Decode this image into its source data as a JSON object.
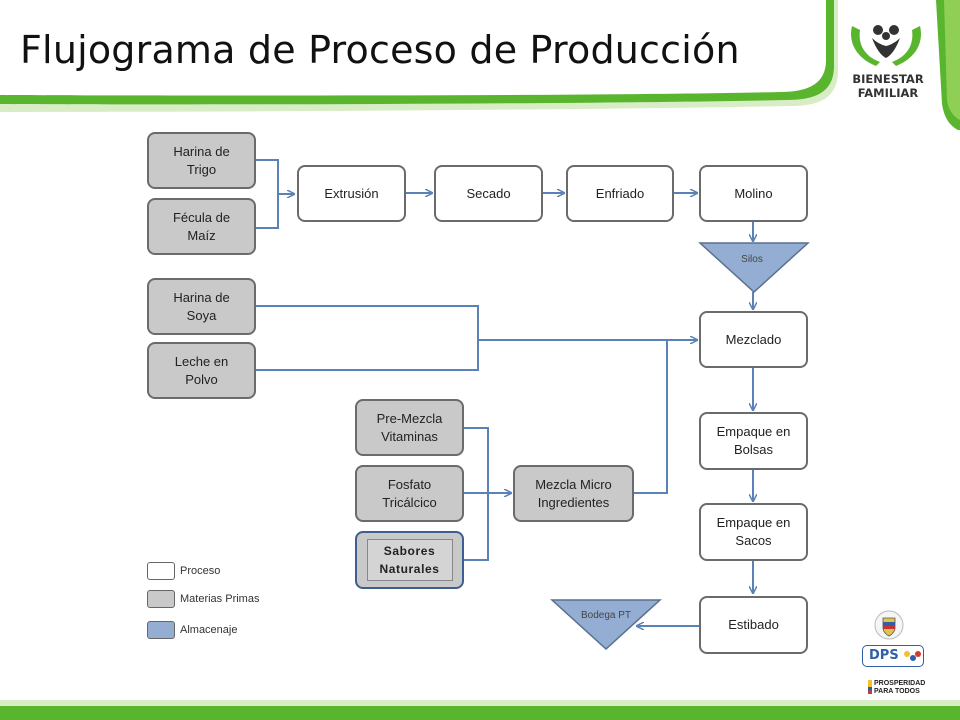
{
  "title": "Flujograma de Proceso de Producción",
  "logo": {
    "line1": "BIENESTAR",
    "line2": "FAMILIAR"
  },
  "footer_logos": {
    "dps": "DPS",
    "prosperidad_line1": "PROSPERIDAD",
    "prosperidad_line2": "PARA TODOS"
  },
  "colors": {
    "green": "#5ab52e",
    "light_green": "#8fcf55",
    "line_blue": "#5b82b6",
    "storage_fill": "#94aed3",
    "raw_fill": "#c9c9c9"
  },
  "nodes": {
    "harina_trigo": "Harina de\nTrigo",
    "fecula_maiz": "Fécula de\nMaíz",
    "extrusion": "Extrusión",
    "secado": "Secado",
    "enfriado": "Enfriado",
    "molino": "Molino",
    "silos": "Silos",
    "harina_soya": "Harina de\nSoya",
    "leche_polvo": "Leche en\nPolvo",
    "mezclado": "Mezclado",
    "premezcla": "Pre-Mezcla\nVitaminas",
    "fosfato": "Fosfato\nTricálcico",
    "sabores": "Sabores\nNaturales",
    "mezcla_micro": "Mezcla Micro\nIngredientes",
    "empaque_bolsas": "Empaque en\nBolsas",
    "empaque_sacos": "Empaque en\nSacos",
    "estibado": "Estibado",
    "bodega": "Bodega PT"
  },
  "legend": {
    "proceso": "Proceso",
    "materias_primas": "Materias Primas",
    "almacenaje": "Almacenaje"
  }
}
